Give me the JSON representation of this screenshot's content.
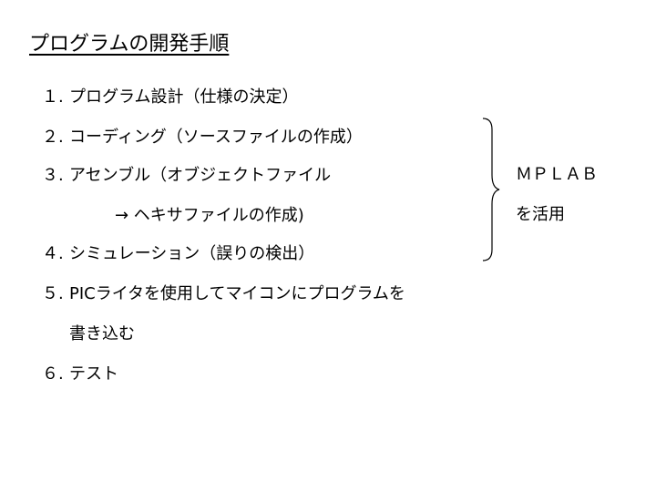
{
  "title": "プログラムの開発手順",
  "steps": [
    {
      "num": "１.",
      "text": "プログラム設計（仕様の決定）"
    },
    {
      "num": "２.",
      "text": "コーディング（ソースファイルの作成）"
    },
    {
      "num": "３.",
      "text": "アセンブル（オブジェクトファイル"
    },
    {
      "num": "",
      "text": "→ ヘキサファイルの作成)"
    },
    {
      "num": "４.",
      "text": "シミュレーション（誤りの検出）"
    },
    {
      "num": "５.",
      "text": "PICライタを使用してマイコンにプログラムを"
    },
    {
      "num": "",
      "text": "書き込む"
    },
    {
      "num": "６.",
      "text": "テスト"
    }
  ],
  "note": {
    "line1": "ＭＰＬＡＢ",
    "line2": "を活用"
  }
}
